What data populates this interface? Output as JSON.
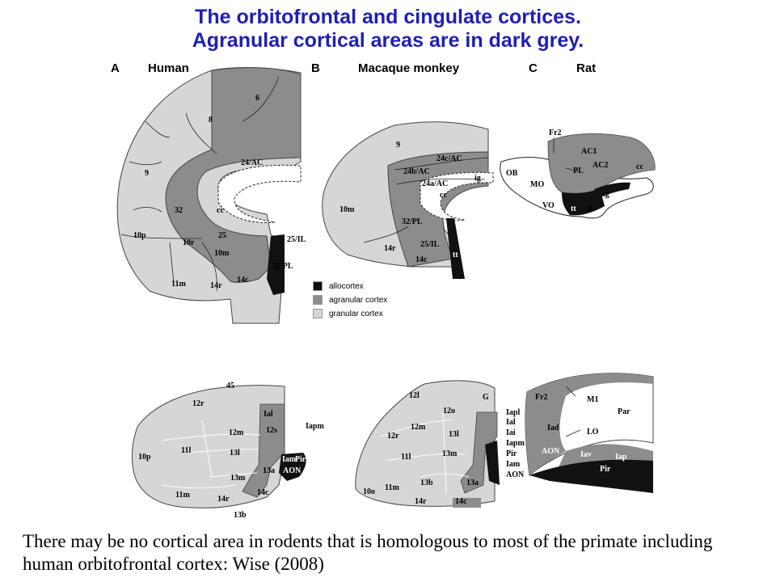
{
  "title": {
    "line1": "The orbitofrontal and cingulate cortices.",
    "line2": "Agranular cortical areas are in dark grey."
  },
  "panels": {
    "a": {
      "letter": "A",
      "species": "Human"
    },
    "b": {
      "letter": "B",
      "species": "Macaque monkey"
    },
    "c": {
      "letter": "C",
      "species": "Rat"
    }
  },
  "legend": [
    {
      "label": "allocortex",
      "color": "#111111"
    },
    {
      "label": "agranular cortex",
      "color": "#8c8c8c"
    },
    {
      "label": "granular cortex",
      "color": "#d6d6d6"
    }
  ],
  "caption": "There may be no cortical area in rodents that is homologous to most of the primate including human orbitofrontal cortex: Wise (2008)",
  "labels": {
    "human_medial": [
      "6",
      "8",
      "24/AC",
      "9",
      "32",
      "cc",
      "10p",
      "10r",
      "25",
      "25/IL",
      "10m",
      "32/PL",
      "11m",
      "14r",
      "14c"
    ],
    "monkey_medial": [
      "9",
      "24c/AC",
      "24b/AC",
      "24a/AC",
      "ig",
      "cc",
      "10m",
      "32/PL",
      "25/IL",
      "14r",
      "14c",
      "tt"
    ],
    "rat_medial": [
      "Fr2",
      "AC1",
      "OB",
      "PL",
      "AC2",
      "cc",
      "MO",
      "ig",
      "VO",
      "tt",
      "IL"
    ],
    "human_orbital": [
      "45",
      "12r",
      "Ial",
      "12s",
      "Iapm",
      "12m",
      "11l",
      "13l",
      "10p",
      "Iam",
      "Pir",
      "13a",
      "AON",
      "13m",
      "11m",
      "14r",
      "14c",
      "13b"
    ],
    "monkey_orbital": [
      "12l",
      "G",
      "Iapl",
      "12o",
      "Ial",
      "12m",
      "Iai",
      "13l",
      "12r",
      "Iapm",
      "11l",
      "13m",
      "Pir",
      "Iam",
      "AON",
      "13b",
      "10o",
      "11m",
      "13a",
      "14r",
      "14c"
    ],
    "rat_orbital": [
      "Fr2",
      "M1",
      "Par",
      "Iad",
      "LO",
      "AON",
      "Iav",
      "Iap",
      "Pir"
    ]
  }
}
